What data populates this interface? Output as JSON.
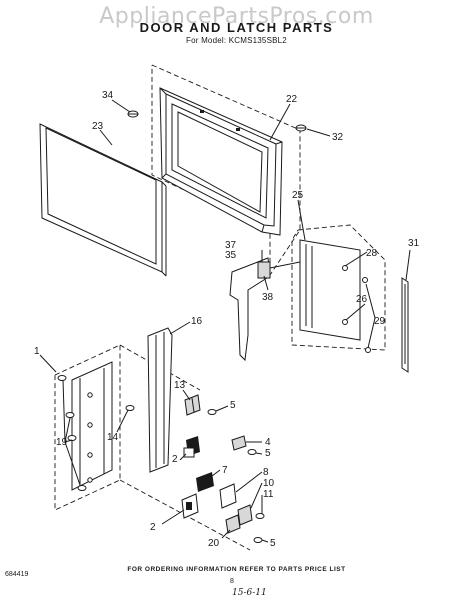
{
  "header": {
    "watermark": "AppliancePartsPros.com",
    "title": "DOOR AND LATCH PARTS",
    "model": "For Model: KCMS135SBL2"
  },
  "footer": {
    "ordering_info": "FOR ORDERING INFORMATION REFER TO PARTS PRICE LIST",
    "page_number": "8",
    "doc_id": "684419",
    "handwritten_date": "15-6-11"
  },
  "callouts": {
    "c34": "34",
    "c23": "23",
    "c22": "22",
    "c32": "32",
    "c25": "25",
    "c37": "37",
    "c35": "35",
    "c38": "38",
    "c28": "28",
    "c31": "31",
    "c26": "26",
    "c29": "29",
    "c16": "16",
    "c1": "1",
    "c13": "13",
    "c5a": "5",
    "c19": "19",
    "c14": "14",
    "c4": "4",
    "c5b": "5",
    "c2a": "2",
    "c7": "7",
    "c8": "8",
    "c10": "10",
    "c11": "11",
    "c2b": "2",
    "c20": "20",
    "c5c": "5"
  }
}
